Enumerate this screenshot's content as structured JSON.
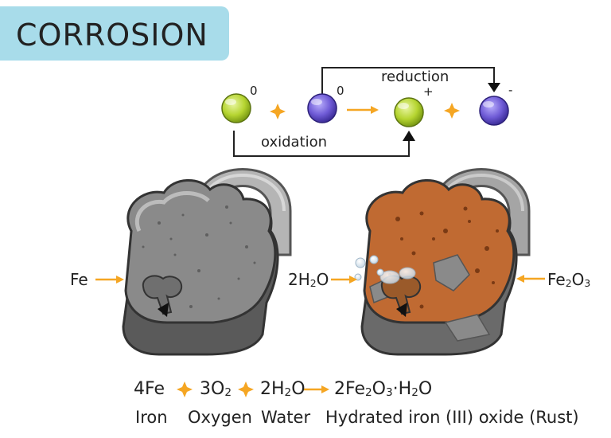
{
  "title": "CORROSION",
  "reaction_diagram": {
    "reduction_label": "reduction",
    "oxidation_label": "oxidation",
    "charges": [
      "0",
      "0",
      "+",
      "-"
    ]
  },
  "padlock_labels": {
    "left": "Fe",
    "water": "2H2O",
    "right": "Fe2O3"
  },
  "equation": {
    "terms": [
      "4Fe",
      "3O2",
      "2H2O",
      "2Fe2O3·H2O"
    ],
    "names": [
      "Iron",
      "Oxygen",
      "Water",
      "Hydrated iron (III) oxide (Rust)"
    ]
  },
  "colors": {
    "title_bg": "#a8dcea",
    "green_atom": "#b6d531",
    "purple_atom": "#6f5bd6",
    "plus_orange": "#f5a623",
    "arrow_orange": "#f5a623",
    "iron_gray": "#8a8a8a",
    "rust": "#c06a32"
  }
}
